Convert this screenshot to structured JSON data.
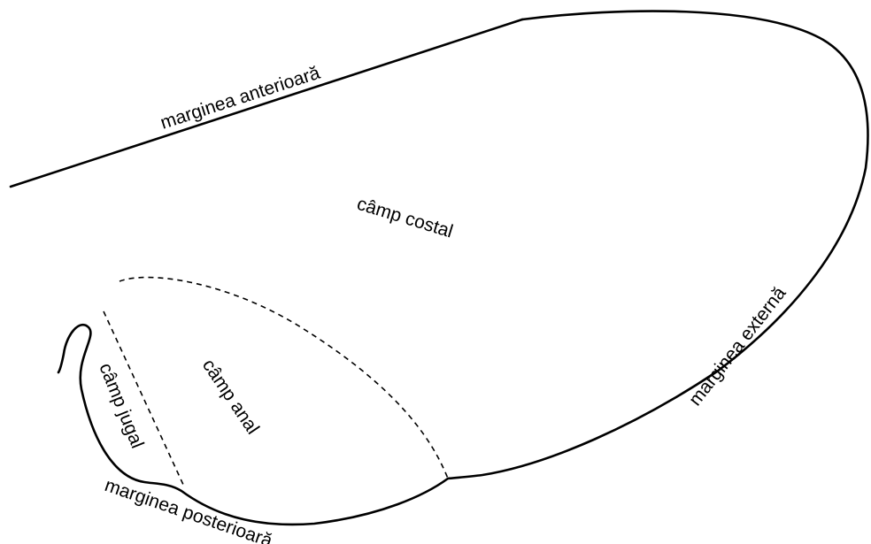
{
  "diagram": {
    "labels": {
      "anterior_margin": "marginea anterioară",
      "costal_field": "câmp costal",
      "anal_field": "câmp anal",
      "jugal_field": "câmp jugal",
      "external_margin": "marginea externă",
      "posterior_margin": "marginea posterioară"
    },
    "colors": {
      "line": "#000000",
      "background": "#ffffff"
    }
  }
}
